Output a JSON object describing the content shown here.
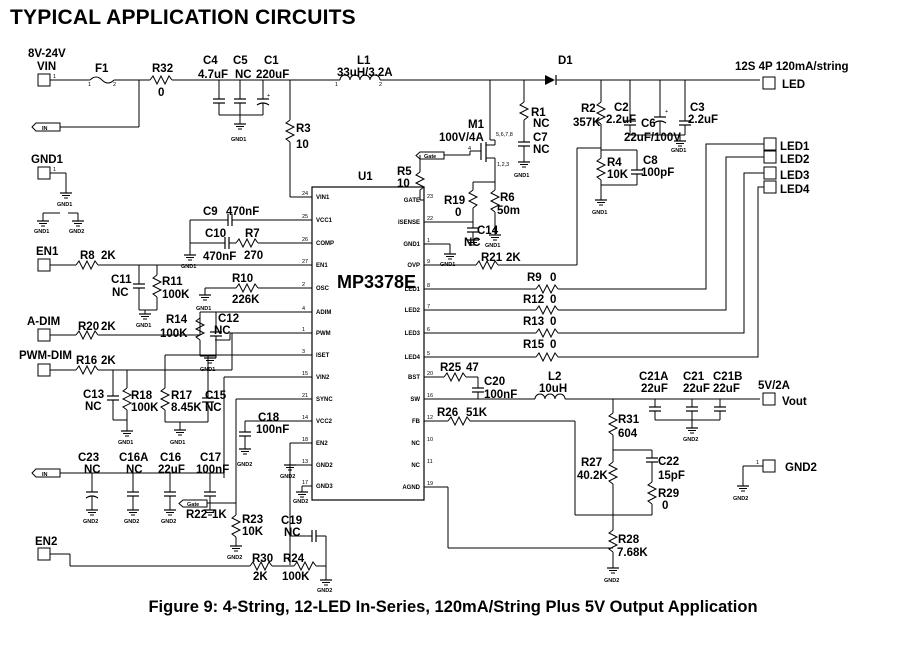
{
  "header": "TYPICAL APPLICATION CIRCUITS",
  "caption": "Figure 9: 4-String, 12-LED In-Series, 120mA/String Plus 5V Output Application",
  "ic": {
    "ref": "U1",
    "name": "MP3378E",
    "left_pins": [
      {
        "num": "24",
        "name": "VIN1"
      },
      {
        "num": "25",
        "name": "VCC1"
      },
      {
        "num": "26",
        "name": "COMP"
      },
      {
        "num": "27",
        "name": "EN1"
      },
      {
        "num": "2",
        "name": "OSC"
      },
      {
        "num": "4",
        "name": "ADIM"
      },
      {
        "num": "1",
        "name": "PWM"
      },
      {
        "num": "3",
        "name": "ISET"
      },
      {
        "num": "15",
        "name": "VIN2"
      },
      {
        "num": "21",
        "name": "SYNC"
      },
      {
        "num": "14",
        "name": "VCC2"
      },
      {
        "num": "18",
        "name": "EN2"
      },
      {
        "num": "13",
        "name": "GND2"
      },
      {
        "num": "17",
        "name": "GND3"
      }
    ],
    "right_pins": [
      {
        "num": "23",
        "name": "GATE"
      },
      {
        "num": "22",
        "name": "ISENSE"
      },
      {
        "num": "1",
        "name": "GND1"
      },
      {
        "num": "9",
        "name": "OVP"
      },
      {
        "num": "8",
        "name": "LED1"
      },
      {
        "num": "7",
        "name": "LED2"
      },
      {
        "num": "6",
        "name": "LED3"
      },
      {
        "num": "5",
        "name": "LED4"
      },
      {
        "num": "20",
        "name": "BST"
      },
      {
        "num": "16",
        "name": "SW"
      },
      {
        "num": "12",
        "name": "FB"
      },
      {
        "num": "10",
        "name": "NC"
      },
      {
        "num": "11",
        "name": "NC"
      },
      {
        "num": "19",
        "name": "AGND"
      }
    ]
  },
  "connectors": {
    "vin_rating": "8V-24V",
    "vin": "VIN",
    "led": "LED",
    "led_string": "12S 4P 120mA/string",
    "led1": "LED1",
    "led2": "LED2",
    "led3": "LED3",
    "led4": "LED4",
    "gnd1": "GND1",
    "en1": "EN1",
    "adim": "A-DIM",
    "pwmdim": "PWM-DIM",
    "en2": "EN2",
    "vout_rating": "5V/2A",
    "vout": "Vout",
    "gnd2": "GND2"
  },
  "components": {
    "F1": "F1",
    "R32": "R32",
    "R32v": "0",
    "C4": "C4",
    "C4v": "4.7uF",
    "C5": "C5",
    "C5v": "NC",
    "C1": "C1",
    "C1v": "220uF",
    "L1": "L1",
    "L1v": "33uH/3.2A",
    "D1": "D1",
    "R3": "R3",
    "R3v": "10",
    "M1": "M1",
    "M1v": "100V/4A",
    "R1": "R1",
    "R1v": "NC",
    "C7": "C7",
    "C7v": "NC",
    "R2": "R2",
    "R2v": "357K",
    "C2": "C2",
    "C2v": "2.2uF",
    "C6": "C6",
    "C6v": "22uF/100V",
    "C3": "C3",
    "C3v": "2.2uF",
    "R4": "R4",
    "R4v": "10K",
    "C8": "C8",
    "C8v": "100pF",
    "R5": "R5",
    "R5v": "10",
    "R19": "R19",
    "R19v": "0",
    "R6": "R6",
    "R6v": "50m",
    "C14": "C14",
    "C14v": "NC",
    "C9": "C9",
    "C9v": "470nF",
    "C10": "C10",
    "C10v": "470nF",
    "R7": "R7",
    "R7v": "270",
    "R8": "R8",
    "R8v": "2K",
    "C11": "C11",
    "C11v": "NC",
    "R11": "R11",
    "R11v": "100K",
    "R10": "R10",
    "R10v": "226K",
    "R14": "R14",
    "R14v": "100K",
    "C12": "C12",
    "C12v": "NC",
    "R20": "R20",
    "R20v": "2K",
    "R16": "R16",
    "R16v": "2K",
    "C13": "C13",
    "C13v": "NC",
    "R18": "R18",
    "R18v": "100K",
    "R17": "R17",
    "R17v": "8.45K",
    "C15": "C15",
    "C15v": "NC",
    "C18": "C18",
    "C18v": "100nF",
    "C23": "C23",
    "C23v": "NC",
    "C16A": "C16A",
    "C16Av": "NC",
    "C16": "C16",
    "C16v": "22uF",
    "C17": "C17",
    "C17v": "100nF",
    "R22": "R22",
    "R22v": "1K",
    "R23": "R23",
    "R23v": "10K",
    "C19": "C19",
    "C19v": "NC",
    "R30": "R30",
    "R30v": "2K",
    "R24": "R24",
    "R24v": "100K",
    "R21": "R21",
    "R21v": "2K",
    "R9": "R9",
    "R9v": "0",
    "R12": "R12",
    "R12v": "0",
    "R13": "R13",
    "R13v": "0",
    "R15": "R15",
    "R15v": "0",
    "R25": "R25",
    "R25v": "47",
    "C20": "C20",
    "C20v": "100nF",
    "L2": "L2",
    "L2v": "10uH",
    "R26": "R26",
    "R26v": "51K",
    "C21A": "C21A",
    "C21Av": "22uF",
    "C21": "C21",
    "C21v": "22uF",
    "C21B": "C21B",
    "C21Bv": "22uF",
    "R31": "R31",
    "R31v": "604",
    "R27": "R27",
    "R27v": "40.2K",
    "C22": "C22",
    "C22v": "15pF",
    "R29": "R29",
    "R29v": "0",
    "R28": "R28",
    "R28v": "7.68K"
  },
  "nets": {
    "in": "IN",
    "gate": "Gate",
    "gnd1": "GND1",
    "gnd2": "GND2",
    "m1_drain": "5,6,7,8",
    "m1_gate": "4",
    "m1_source": "1,2,3",
    "pin1": "1",
    "pin2": "2"
  }
}
